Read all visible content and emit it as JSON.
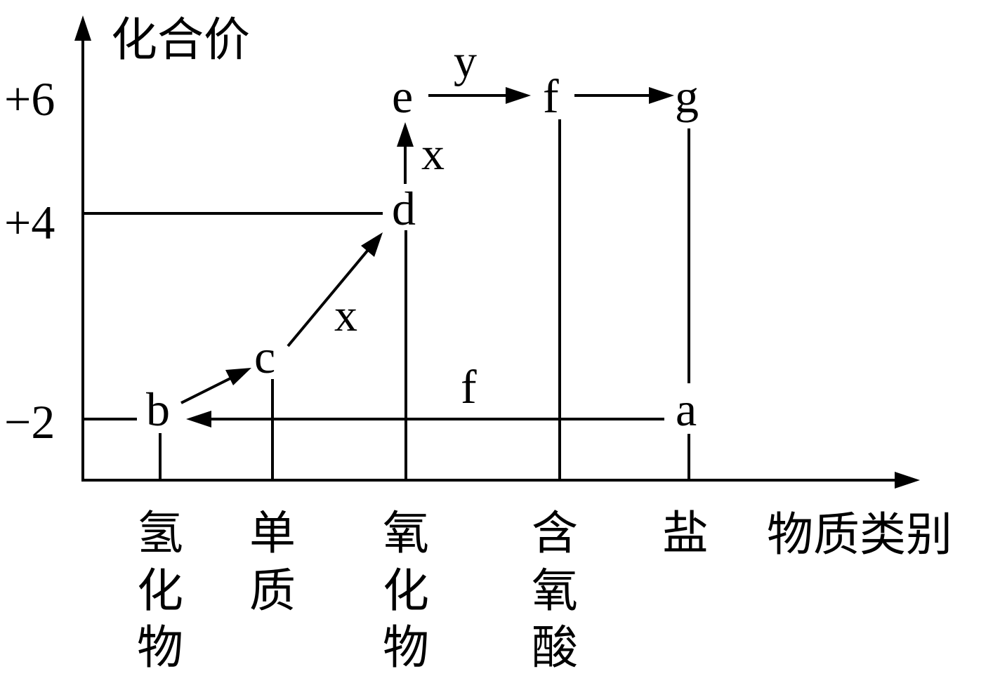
{
  "axes": {
    "y_axis_label": "化合价",
    "x_axis_label": "物质类别",
    "y_ticks": [
      "+6",
      "+4",
      "−2"
    ],
    "categories": [
      [
        "氢",
        "化",
        "物"
      ],
      [
        "单",
        "质"
      ],
      [
        "氧",
        "化",
        "物"
      ],
      [
        "含",
        "氧",
        "酸"
      ],
      [
        "盐"
      ]
    ]
  },
  "points": {
    "a": "a",
    "b": "b",
    "c": "c",
    "d": "d",
    "e": "e",
    "f": "f",
    "g": "g"
  },
  "arrow_labels": {
    "c_to_d": "x",
    "d_to_e": "x",
    "e_to_f": "y",
    "a_to_b": "f"
  },
  "colors": {
    "ink": "#000000",
    "background": "#ffffff"
  }
}
